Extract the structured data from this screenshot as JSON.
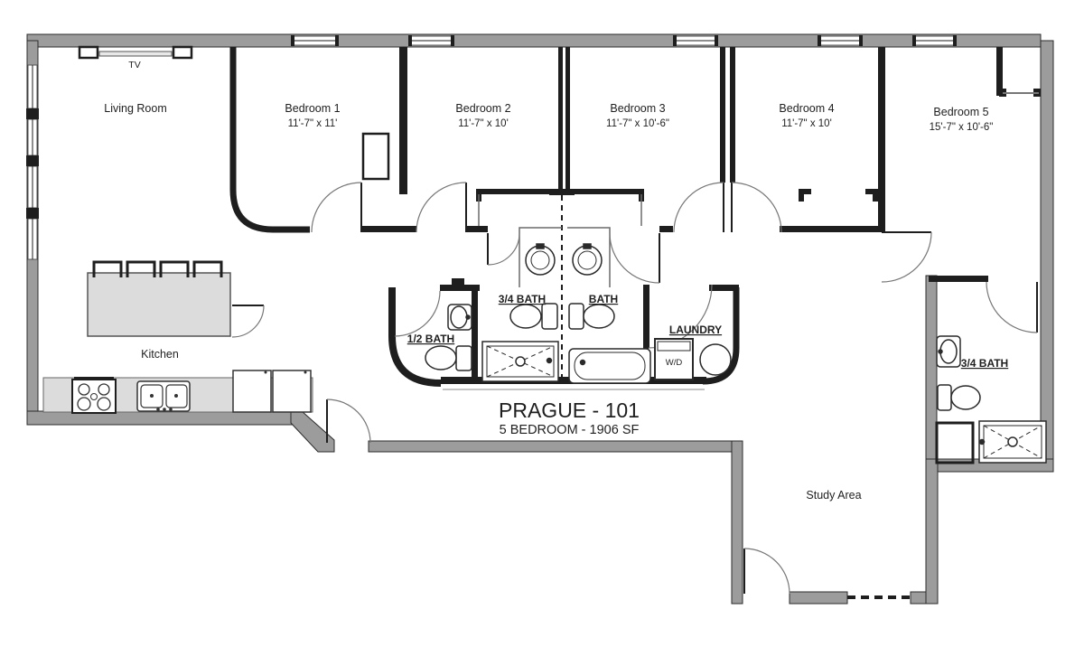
{
  "title": {
    "main": "PRAGUE - 101",
    "subtitle": "5 BEDROOM - 1906 SF"
  },
  "rooms": {
    "living_room": {
      "label": "Living Room"
    },
    "kitchen": {
      "label": "Kitchen"
    },
    "study_area": {
      "label": "Study Area"
    },
    "bedroom1": {
      "label": "Bedroom 1",
      "dims": "11'-7\" x 11'"
    },
    "bedroom2": {
      "label": "Bedroom 2",
      "dims": "11'-7\" x 10'"
    },
    "bedroom3": {
      "label": "Bedroom 3",
      "dims": "11'-7\" x 10'-6\""
    },
    "bedroom4": {
      "label": "Bedroom 4",
      "dims": "11'-7\" x 10'"
    },
    "bedroom5": {
      "label": "Bedroom 5",
      "dims": "15'-7\" x 10'-6\""
    }
  },
  "baths": {
    "half_bath": {
      "label": "1/2 BATH"
    },
    "three_quarter_bath": {
      "label": "3/4 BATH"
    },
    "full_bath": {
      "label": "BATH"
    },
    "laundry": {
      "label": "LAUNDRY",
      "unit": "W/D"
    },
    "bedroom5_bath": {
      "label": "3/4 BATH"
    }
  },
  "furniture": {
    "tv": {
      "label": "TV"
    }
  },
  "colors": {
    "exterior_wall": "#9c9c9c",
    "wall_line": "#1e1e1e",
    "counter": "#dcdcdc",
    "background": "#ffffff",
    "text": "#1f1f1f"
  }
}
